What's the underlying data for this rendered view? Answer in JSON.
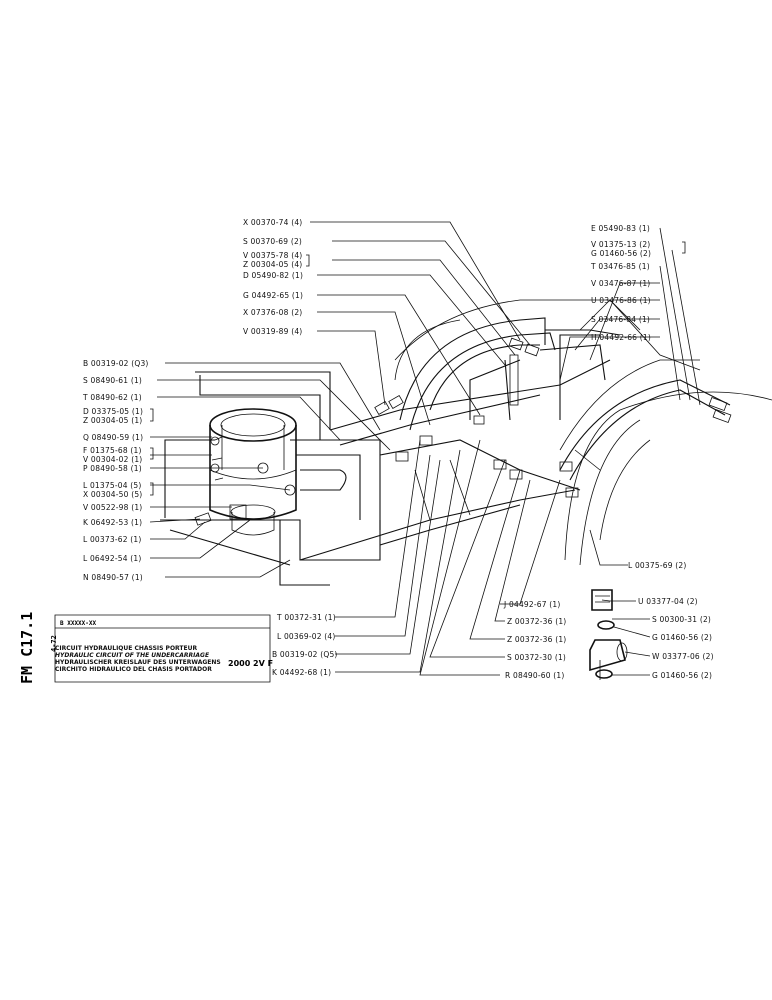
{
  "sheet": {
    "code": "FM C17.1",
    "date": "4-72",
    "title_code": "B XXXXX-XX",
    "model": "2000 2V F",
    "titles": [
      "CIRCUIT HYDRAULIQUE CHASSIS PORTEUR",
      "HYDRAULIC CIRCUIT OF THE UNDERCARRIAGE",
      "HYDRAULISCHER KREISLAUF DES UNTERWAGENS",
      "CIRCHITO HIDRAULICO DEL CHASIS PORTADOR"
    ]
  },
  "labels": {
    "l01": "X 00370-74 (4)",
    "l02": "S 00370-69 (2)",
    "l03": "V 00375-78 (4)",
    "l04": "Z 00304-05 (4)",
    "l05": "D 05490-82 (1)",
    "l06": "G 04492-65 (1)",
    "l07": "X 07376-08 (2)",
    "l08": "V 00319-89 (4)",
    "l09": "B 00319-02 (Q3)",
    "l10": "S 08490-61 (1)",
    "l11": "T 08490-62 (1)",
    "l12": "D 03375-05 (1)",
    "l13": "Z 00304-05 (1)",
    "l14": "Q 08490-59 (1)",
    "l15": "F 01375-68 (1)",
    "l16": "V 00304-02 (1)",
    "l17": "P 08490-58 (1)",
    "l18": "L 01375-04 (5)",
    "l19": "X 00304-50 (5)",
    "l20": "V 00522-98 (1)",
    "l21": "K 06492-53 (1)",
    "l22": "L 00373-62 (1)",
    "l23": "L 06492-54 (1)",
    "l24": "N 08490-57 (1)",
    "l25": "E 05490-83 (1)",
    "l26": "V 01375-13 (2)",
    "l27": "G 01460-56 (2)",
    "l28": "T 03476-85 (1)",
    "l29": "V 03476-87 (1)",
    "l30": "U 03476-86 (1)",
    "l31": "S 03476-84 (1)",
    "l32": "H 04492-66 (1)",
    "l33": "L 00375-69 (2)",
    "l34": "U 03377-04 (2)",
    "l35": "S 00300-31 (2)",
    "l36": "G 01460-56 (2)",
    "l37": "W 03377-06 (2)",
    "l38": "G 01460-56 (2)",
    "l39": "J 04492-67 (1)",
    "l40": "Z 00372-36 (1)",
    "l41": "Z 00372-36 (1)",
    "l42": "S 00372-30 (1)",
    "l43": "R 08490-60 (1)",
    "l44": "T 00372-31 (1)",
    "l45": "L 00369-02 (4)",
    "l46": "B 00319-02 (Q5)",
    "l47": "K 04492-68 (1)"
  }
}
